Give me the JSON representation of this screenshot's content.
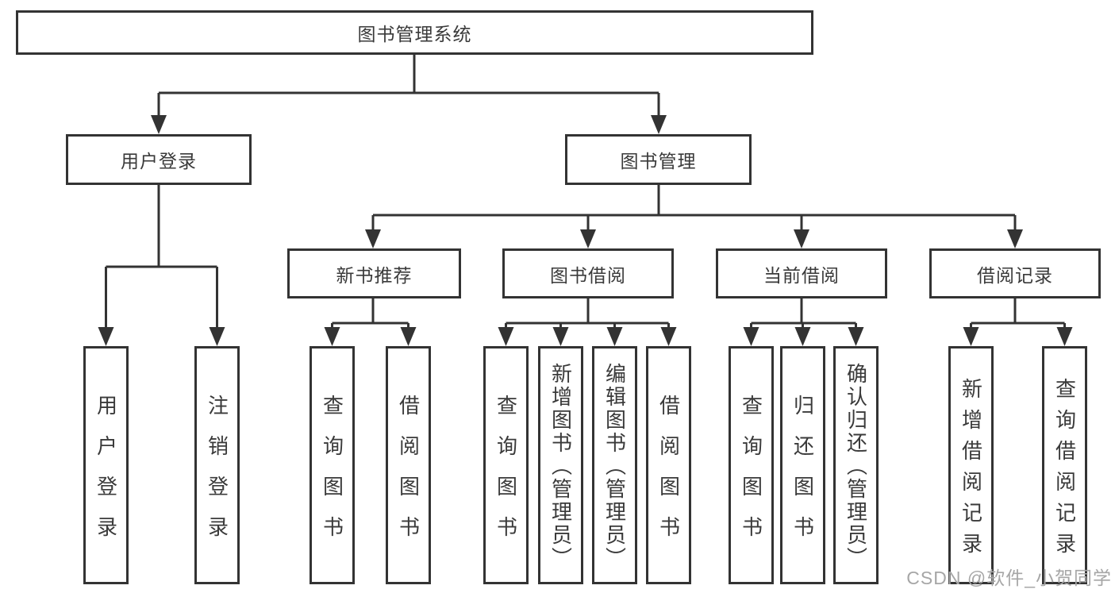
{
  "diagram_title": "图书管理系统",
  "nodes": {
    "root": "图书管理系统",
    "user_login": "用户登录",
    "book_mgmt": "图书管理",
    "new_book_rec": "新书推荐",
    "book_borrow": "图书借阅",
    "current_borrow": "当前借阅",
    "borrow_records": "借阅记录",
    "ul_login": "用户登录",
    "ul_logout": "注销登录",
    "nb_query": "查询图书",
    "nb_borrow": "借阅图书",
    "bb_query": "查询图书",
    "bb_add": "新增图书（管理员）",
    "bb_edit": "编辑图书（管理员）",
    "bb_borrow": "借阅图书",
    "cb_query": "查询图书",
    "cb_return": "归还图书",
    "cb_confirm": "确认归还（管理员）",
    "br_add": "新增借阅记录",
    "br_query": "查询借阅记录"
  },
  "watermark": "CSDN @软件_小贺同学",
  "colors": {
    "line": "#333333",
    "border": "#333333",
    "text": "#3a3a3a",
    "watermark": "#a6a6a6",
    "background": "#ffffff"
  }
}
